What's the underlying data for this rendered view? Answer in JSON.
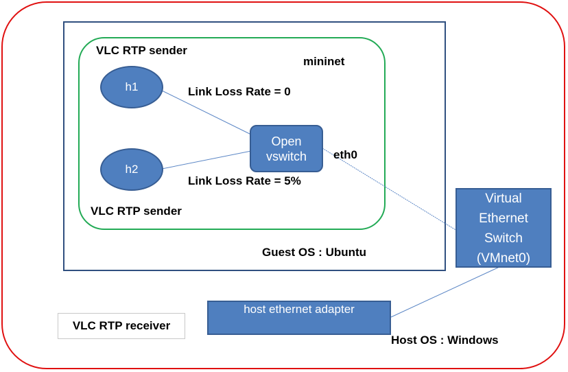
{
  "diagram": {
    "sender_top_label": "VLC RTP sender",
    "sender_bottom_label": "VLC RTP sender",
    "mininet_label": "mininet",
    "h1_label": "h1",
    "h2_label": "h2",
    "link1_label": "Link Loss Rate = 0",
    "link2_label": "Link Loss Rate = 5%",
    "switch_line1": "Open",
    "switch_line2": "vswitch",
    "eth0_label": "eth0",
    "guest_os_label": "Guest OS : Ubuntu",
    "virtual_switch_lines": [
      "Virtual",
      "Ethernet",
      "Switch",
      "(VMnet0)"
    ],
    "adapter_label": "host ethernet adapter",
    "receiver_label": "VLC RTP receiver",
    "host_os_label": "Host OS : Windows"
  },
  "colors": {
    "outer_border": "#e01010",
    "guest_border": "#2f4f7f",
    "mininet_border": "#22aa55",
    "node_fill": "#4f7fbf",
    "link_line": "#5b86c5"
  }
}
